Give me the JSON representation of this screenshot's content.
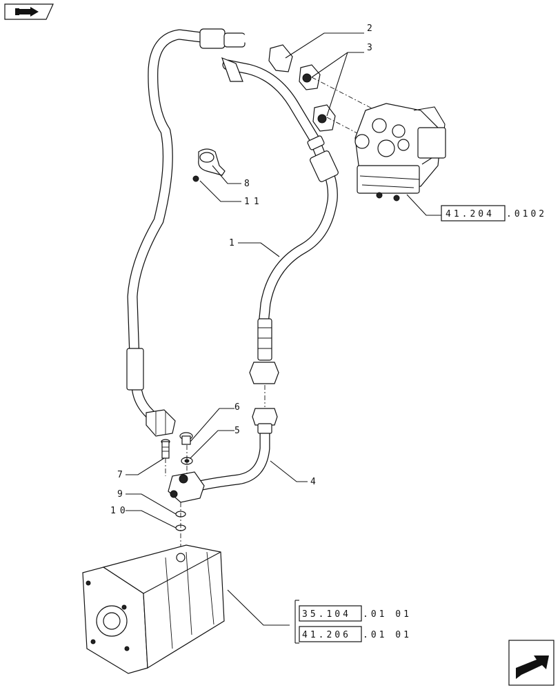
{
  "callouts": [
    "1",
    "2",
    "3",
    "4",
    "5",
    "6",
    "7",
    "8",
    "9",
    "10",
    "11"
  ],
  "references": [
    {
      "boxed": "41.204",
      "suffix": ".0102"
    },
    {
      "boxed": "35.104",
      "suffix": ".01 01"
    },
    {
      "boxed": "41.206",
      "suffix": ".01 01"
    }
  ],
  "icons": {
    "top_left": "return-arrow-icon",
    "bottom_right": "next-page-arrow-icon"
  }
}
